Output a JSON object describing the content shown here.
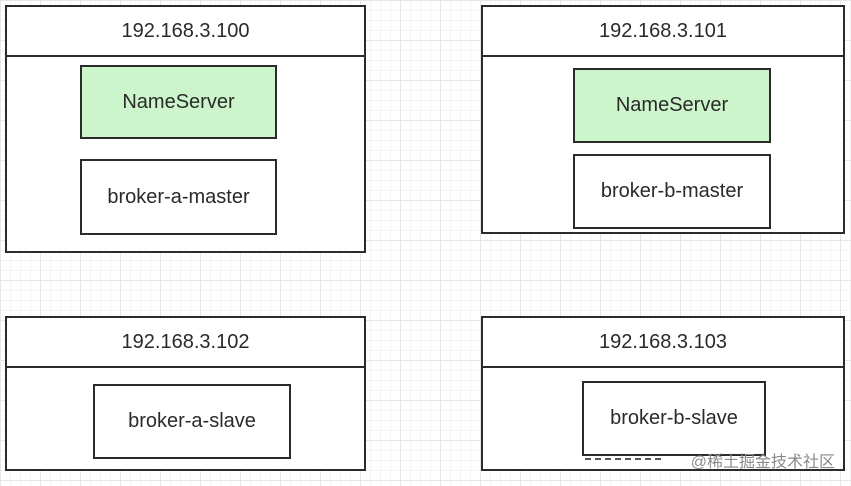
{
  "hosts": [
    {
      "ip": "192.168.3.100",
      "nodes": [
        "NameServer",
        "broker-a-master"
      ]
    },
    {
      "ip": "192.168.3.101",
      "nodes": [
        "NameServer",
        "broker-b-master"
      ]
    },
    {
      "ip": "192.168.3.102",
      "nodes": [
        "broker-a-slave"
      ]
    },
    {
      "ip": "192.168.3.103",
      "nodes": [
        "broker-b-slave"
      ]
    }
  ],
  "watermark": "@稀土掘金技术社区",
  "colors": {
    "nameserver_fill": "#ccf5cc",
    "border": "#2b2b2b",
    "background": "#ffffff"
  }
}
